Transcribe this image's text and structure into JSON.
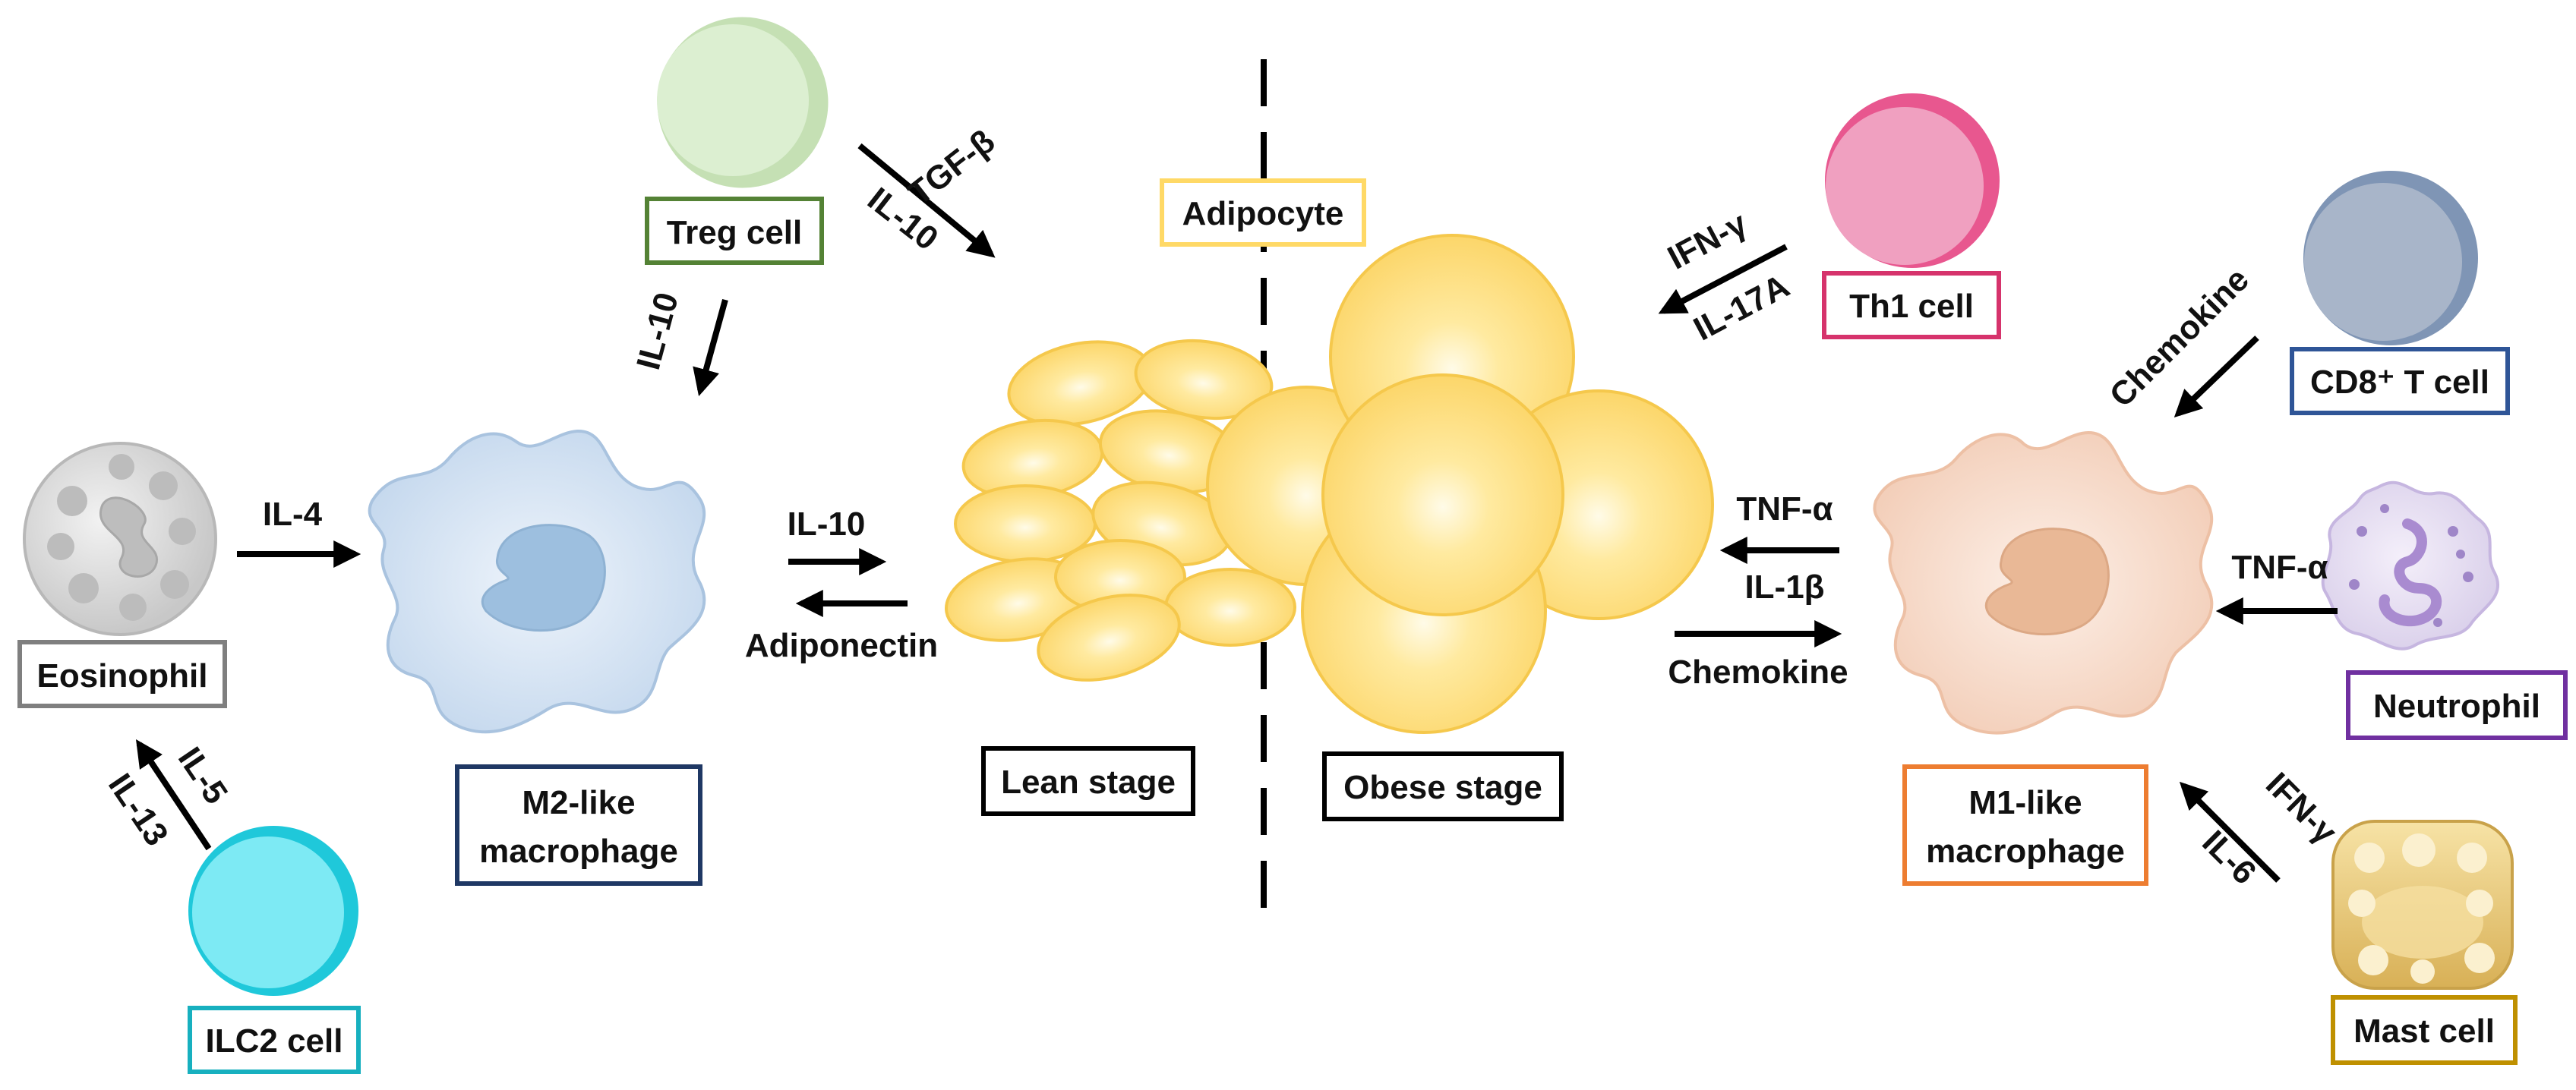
{
  "cells": {
    "treg": {
      "label": "Treg cell",
      "color": "#a9d18e"
    },
    "eosinophil": {
      "label": "Eosinophil",
      "color": "#8c8c8c"
    },
    "ilc2": {
      "label": "ILC2 cell",
      "color": "#17b9c9"
    },
    "m2": {
      "label": "M2-like\nmacrophage",
      "line1": "M2-like",
      "line2": "macrophage",
      "color": "#2f4c7c"
    },
    "th1": {
      "label": "Th1 cell",
      "color": "#d6336c"
    },
    "cd8": {
      "label": "CD8⁺ T cell",
      "color": "#2f5597"
    },
    "neutrophil": {
      "label": "Neutrophil",
      "color": "#7030a0"
    },
    "m1": {
      "label": "M1-like\nmacrophage",
      "line1": "M1-like",
      "line2": "macrophage",
      "color": "#ed7d31"
    },
    "mast": {
      "label": "Mast cell",
      "color": "#bf9000"
    },
    "adipocyte": {
      "label": "Adipocyte",
      "color": "#ffd966"
    }
  },
  "stages": {
    "lean": "Lean stage",
    "obese": "Obese stage"
  },
  "signals": {
    "il4": "IL-4",
    "il5": "IL-5",
    "il13": "IL-13",
    "treg_il10": "IL-10",
    "tgf_beta": "TGF-β",
    "tgf_il10": "IL-10",
    "m2_il10": "IL-10",
    "adiponectin": "Adiponectin",
    "th1_ifn": "IFN-γ",
    "th1_il17a": "IL-17A",
    "cd8_chemokine": "Chemokine",
    "m1_tnf": "TNF-α",
    "m1_il1b": "IL-1β",
    "m1_chemokine": "Chemokine",
    "neut_tnf": "TNF-α",
    "mast_ifn": "IFN-γ",
    "mast_il6": "IL-6"
  }
}
